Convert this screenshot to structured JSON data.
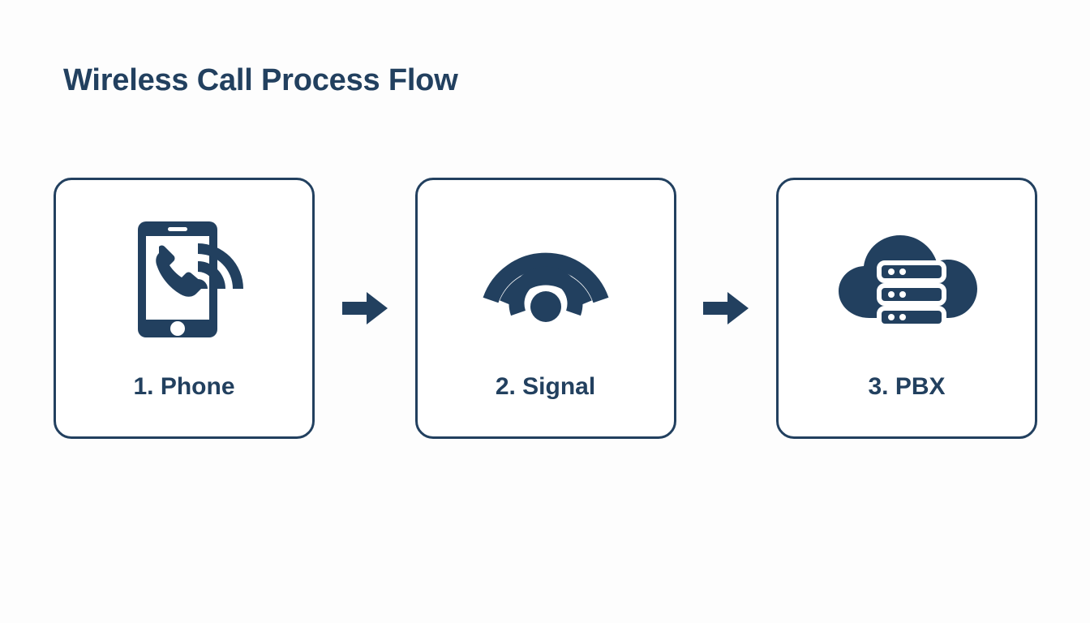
{
  "page": {
    "title": "Wireless Call Process Flow",
    "background_color": "#fdfdfd",
    "accent_color": "#22405f"
  },
  "flow": {
    "steps": [
      {
        "label": "1. Phone",
        "icon": "mobile-phone-call-signal-icon"
      },
      {
        "label": "2. Signal",
        "icon": "wireless-signal-icon"
      },
      {
        "label": "3. PBX",
        "icon": "cloud-server-icon"
      }
    ],
    "connectors": [
      {
        "icon": "arrow-right-icon"
      },
      {
        "icon": "arrow-right-icon"
      }
    ]
  }
}
